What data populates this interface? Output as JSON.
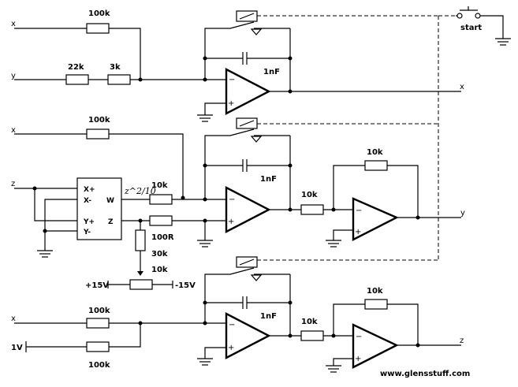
{
  "inputs": {
    "x1": "x",
    "y1": "y",
    "x2": "x",
    "z": "z",
    "x3": "x",
    "v1": "1V"
  },
  "outputs": {
    "x": "x",
    "y": "y",
    "z": "z"
  },
  "switch": {
    "label": "start"
  },
  "resistors": {
    "r100k_a": "100k",
    "r22k": "22k",
    "r3k": "3k",
    "r100k_b": "100k",
    "r10k_a": "10k",
    "r100r": "100R",
    "r30k": "30k",
    "pot10k": "10k",
    "r10k_b": "10k",
    "r10k_c": "10k",
    "r100k_c": "100k",
    "r100k_d": "100k",
    "r10k_d": "10k",
    "r10k_e": "10k"
  },
  "capacitors": {
    "c1": "1nF",
    "c2": "1nF",
    "c3": "1nF"
  },
  "multiplier": {
    "xp": "X+",
    "xm": "X-",
    "yp": "Y+",
    "ym": "Y-",
    "w": "W",
    "z": "Z"
  },
  "annotation": "z^2/10",
  "supplies": {
    "pos": "+15V",
    "neg": "-15V"
  },
  "opamp_signs": {
    "minus": "−",
    "plus": "+"
  },
  "website": "www.glensstuff.com"
}
